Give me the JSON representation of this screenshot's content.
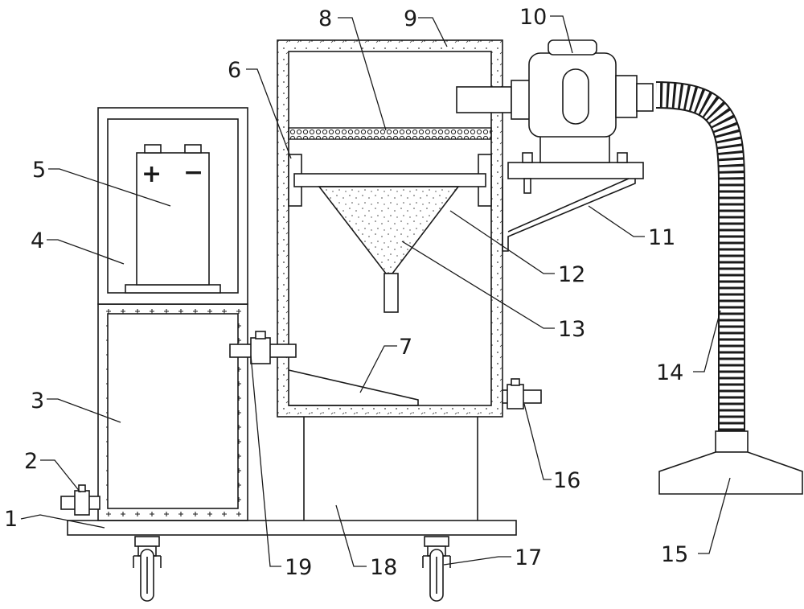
{
  "labels": {
    "n1": "1",
    "n2": "2",
    "n3": "3",
    "n4": "4",
    "n5": "5",
    "n6": "6",
    "n7": "7",
    "n8": "8",
    "n9": "9",
    "n10": "10",
    "n11": "11",
    "n12": "12",
    "n13": "13",
    "n14": "14",
    "n15": "15",
    "n16": "16",
    "n17": "17",
    "n18": "18",
    "n19": "19"
  },
  "battery": {
    "plus": "+",
    "minus": "−"
  }
}
